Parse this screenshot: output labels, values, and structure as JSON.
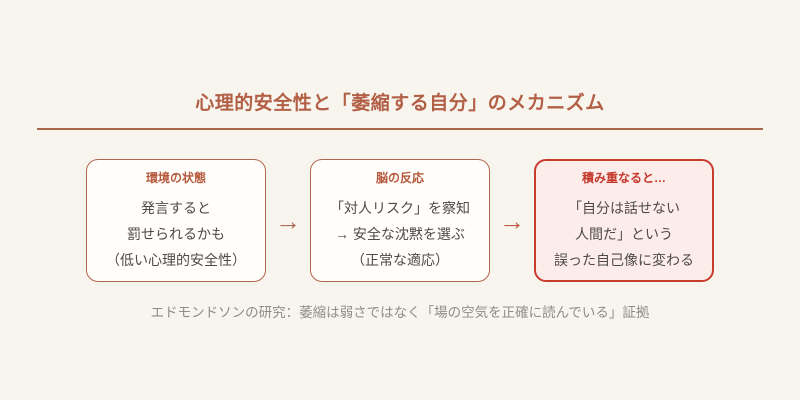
{
  "title": "心理的安全性と「萎縮する自分」のメカニズム",
  "colors": {
    "background": "#f8f5ef",
    "title_text": "#b25f45",
    "divider": "#aa654c",
    "box_border": "#b0664c",
    "box_background": "#fffefb",
    "box_header_text": "#b5573a",
    "highlight_box_border": "#c63d2e",
    "highlight_box_background": "#fcedeb",
    "highlight_header_text": "#c4372a",
    "body_text": "#4e4b46",
    "arrow_1": "#ae6950",
    "arrow_2": "#c05a43",
    "footnote_text": "#8f8d87"
  },
  "boxes": [
    {
      "header": "環境の状態",
      "lines": [
        "発言すると",
        "罰せられるかも",
        "（低い心理的安全性）"
      ]
    },
    {
      "header": "脳の反応",
      "lines": [
        "「対人リスク」を察知",
        "→ 安全な沈黙を選ぶ",
        "（正常な適応）"
      ]
    },
    {
      "header": "積み重なると…",
      "lines": [
        "「自分は話せない",
        "人間だ」という",
        "誤った自己像に変わる"
      ]
    }
  ],
  "arrows": {
    "first": "→",
    "second": "→"
  },
  "footnote": "エドモンドソンの研究：萎縮は弱さではなく「場の空気を正確に読んでいる」証拠"
}
